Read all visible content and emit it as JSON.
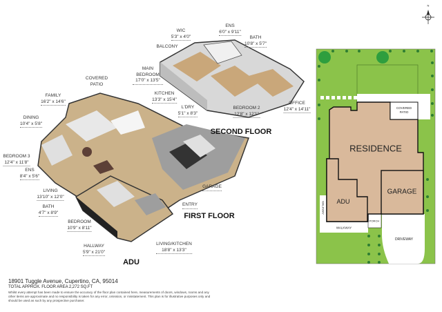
{
  "second_floor": {
    "title": "SECOND FLOOR",
    "rooms": [
      {
        "name": "WIC",
        "dims": "5'3\" x 4'0\""
      },
      {
        "name": "ENS",
        "dims": "6'0\" x 9'11\""
      },
      {
        "name": "BATH",
        "dims": "10'8\" x 5'7\""
      },
      {
        "name": "BALCONY",
        "dims": ""
      },
      {
        "name": "MAIN BEDROOM",
        "dims": "17'0\" x 13'5\""
      },
      {
        "name": "BEDROOM 2",
        "dims": "12'8\" x 12'1\""
      },
      {
        "name": "OFFICE",
        "dims": "12'4\" x 14'11\""
      }
    ]
  },
  "first_floor": {
    "title": "FIRST FLOOR",
    "rooms": [
      {
        "name": "COVERED PATIO",
        "dims": ""
      },
      {
        "name": "FAMILY",
        "dims": "16'2\" x 14'6\""
      },
      {
        "name": "DINING",
        "dims": "10'4\" x 5'8\""
      },
      {
        "name": "BEDROOM 3",
        "dims": "12'4\" x 11'8\""
      },
      {
        "name": "ENS",
        "dims": "8'4\" x 5'6\""
      },
      {
        "name": "LIVING",
        "dims": "13'10\" x 12'0\""
      },
      {
        "name": "BATH",
        "dims": "4'7\" x 8'9\""
      },
      {
        "name": "KITCHEN",
        "dims": "13'3\" x 15'4\""
      },
      {
        "name": "L'DRY",
        "dims": "5'1\" x 8'3\""
      },
      {
        "name": "GARAGE",
        "dims": ""
      },
      {
        "name": "ENTRY",
        "dims": ""
      }
    ]
  },
  "adu": {
    "title": "ADU",
    "rooms": [
      {
        "name": "BEDROOM",
        "dims": "10'9\" x 8'11\""
      },
      {
        "name": "HALLWAY",
        "dims": "5'9\" x 21'0\""
      },
      {
        "name": "LIVING/KITCHEN",
        "dims": "18'8\" x 13'3\""
      }
    ]
  },
  "site_plan": {
    "north": "N",
    "residence": "RESIDENCE",
    "garage": "GARAGE",
    "adu": "ADU",
    "covered_patio": "COVERED PATIO",
    "porch": "PORCH",
    "walkway_vertical": "WALKWAY",
    "walkway": "WALKWAY",
    "driveway": "DRIVEWAY",
    "colors": {
      "lawn": "#8bc34a",
      "building": "#d9b99b",
      "tree": "#2e9e3e"
    }
  },
  "footer": {
    "address": "18901 Tuggle Avenue, Cupertino, CA, 95014",
    "floor_area": "TOTAL APPROX. FLOOR AREA 2,272 SQ.FT",
    "disclaimer": "Whilst every attempt has been made to ensure the accuracy of the floor plan contained here, measurements of doors, windows, rooms and any other items are approximate and no responsibility is taken for any error, omission, or misstatement. This plan is for illustrative purposes only and should be used as such by any prospective purchaser."
  }
}
